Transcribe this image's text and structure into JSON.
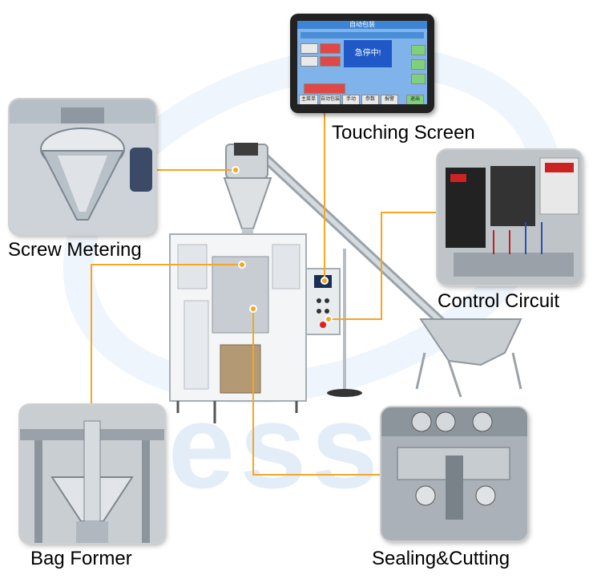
{
  "brand_watermark": "Dessen",
  "callouts": {
    "touch_screen": "Touching Screen",
    "screw_metering": "Screw Metering",
    "control_circuit": "Control Circuit",
    "bag_former": "Bag Former",
    "sealing_cutting": "Sealing&Cutting"
  },
  "touch_screen_ui": {
    "title": "自动包装",
    "alert": "急停中!",
    "tabs": [
      "主菜单",
      "自动包装",
      "手动",
      "参数",
      "报警",
      "退出"
    ]
  },
  "colors": {
    "callout_line": "#f5a623",
    "watermark": "#dbe9f7",
    "screen_blue": "#7fb3ea",
    "alert_blue": "#2059c7"
  }
}
